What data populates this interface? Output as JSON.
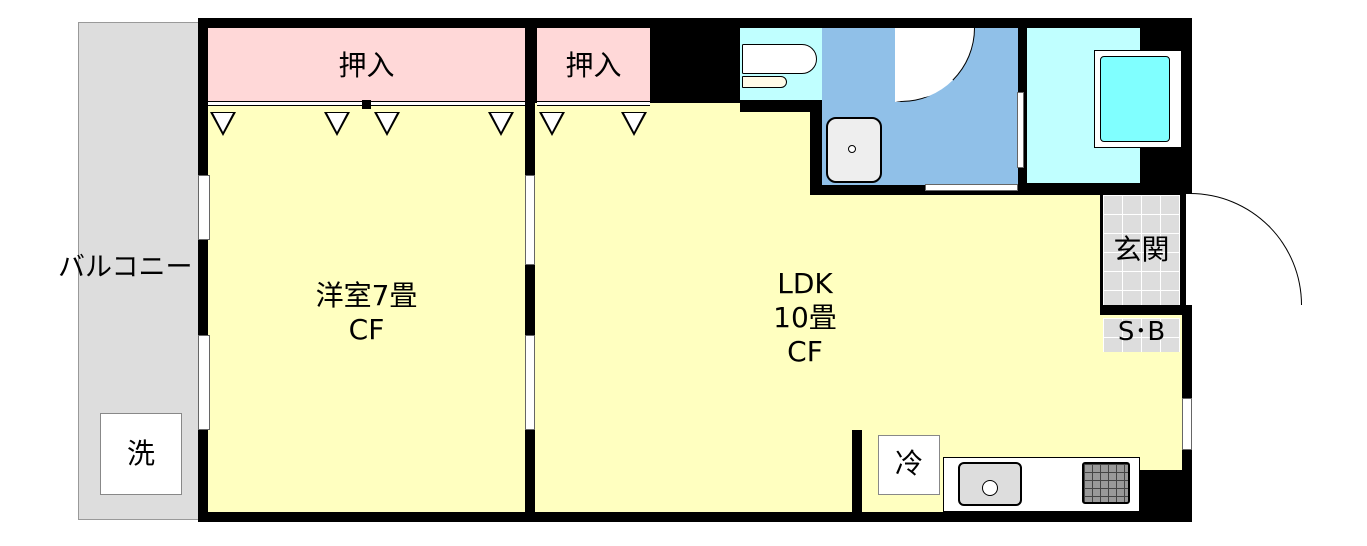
{
  "balcony": {
    "label": "バルコニー",
    "washer_label": "洗"
  },
  "bedroom": {
    "name": "洋室7畳",
    "floor": "CF"
  },
  "closets": [
    {
      "label": "押入"
    },
    {
      "label": "押入"
    }
  ],
  "ldk": {
    "name": "LDK",
    "size": "10畳",
    "floor": "CF"
  },
  "entrance": {
    "label": "玄関"
  },
  "shoe_box": {
    "label": "S･B"
  },
  "fridge": {
    "label": "冷"
  },
  "colors": {
    "room": "#ffffc0",
    "closet": "#ffd8d8",
    "wet": "#c0ffff",
    "wash": "#90c0e8",
    "tub": "#80ffff",
    "balcony": "#dddddd",
    "wall": "#000000"
  }
}
